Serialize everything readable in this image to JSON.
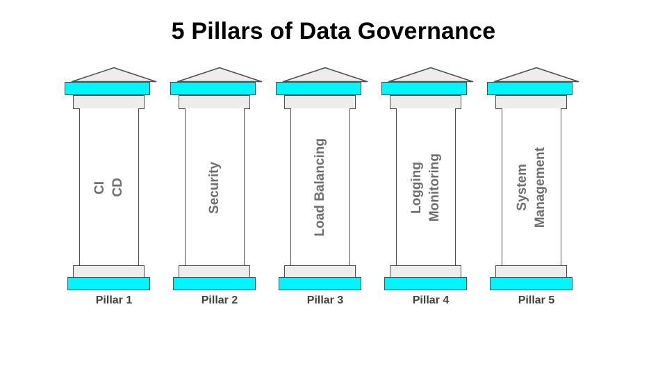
{
  "slide": {
    "title": "5 Pillars of Data Governance",
    "background_color": "#ffffff",
    "accent_color": "#00f5ff",
    "stone_color": "#ededed",
    "outline_color": "#4d4d4d",
    "shaft_text_color": "#6e6e6e",
    "caption_color": "#404040",
    "title_color": "#000000"
  },
  "pillars": [
    {
      "caption": "Pillar 1",
      "lines": [
        "CI",
        "CD"
      ]
    },
    {
      "caption": "Pillar 2",
      "lines": [
        "Security"
      ]
    },
    {
      "caption": "Pillar 3",
      "lines": [
        "Load Balancing"
      ]
    },
    {
      "caption": "Pillar 4",
      "lines": [
        "Logging",
        "Monitoring"
      ]
    },
    {
      "caption": "Pillar 5",
      "lines": [
        "System",
        "Management"
      ]
    }
  ]
}
